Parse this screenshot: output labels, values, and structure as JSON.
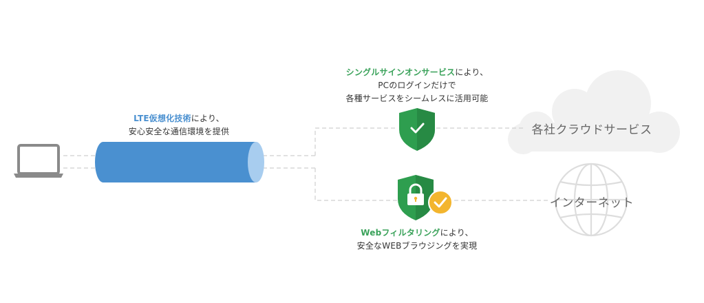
{
  "colors": {
    "lte_accent": "#4a90d0",
    "green_accent": "#3aa25a",
    "shield_green": "#2e9e4f",
    "check_orange": "#f3b52e",
    "line_gray": "#cfcfcf",
    "icon_gray": "#8a8a8a"
  },
  "icons": {
    "device": "laptop-icon",
    "tunnel": "lte-tunnel-icon",
    "sso": "shield-check-icon",
    "filter": "shield-lock-icon",
    "cloud": "cloud-icon",
    "internet": "globe-icon"
  },
  "lte": {
    "highlight": "LTE仮想化技術",
    "suffix": "により、",
    "line2": "安心安全な通信環境を提供"
  },
  "sso": {
    "highlight": "シングルサインオンサービス",
    "suffix": "により、",
    "line2": "PCのログインだけで",
    "line3": "各種サービスをシームレスに活用可能"
  },
  "webfilter": {
    "highlight": "Webフィルタリング",
    "suffix": "により、",
    "line2": "安全なWEBブラウジングを実現"
  },
  "cloud": {
    "label": "各社クラウドサービス"
  },
  "internet": {
    "label": "インターネット"
  }
}
